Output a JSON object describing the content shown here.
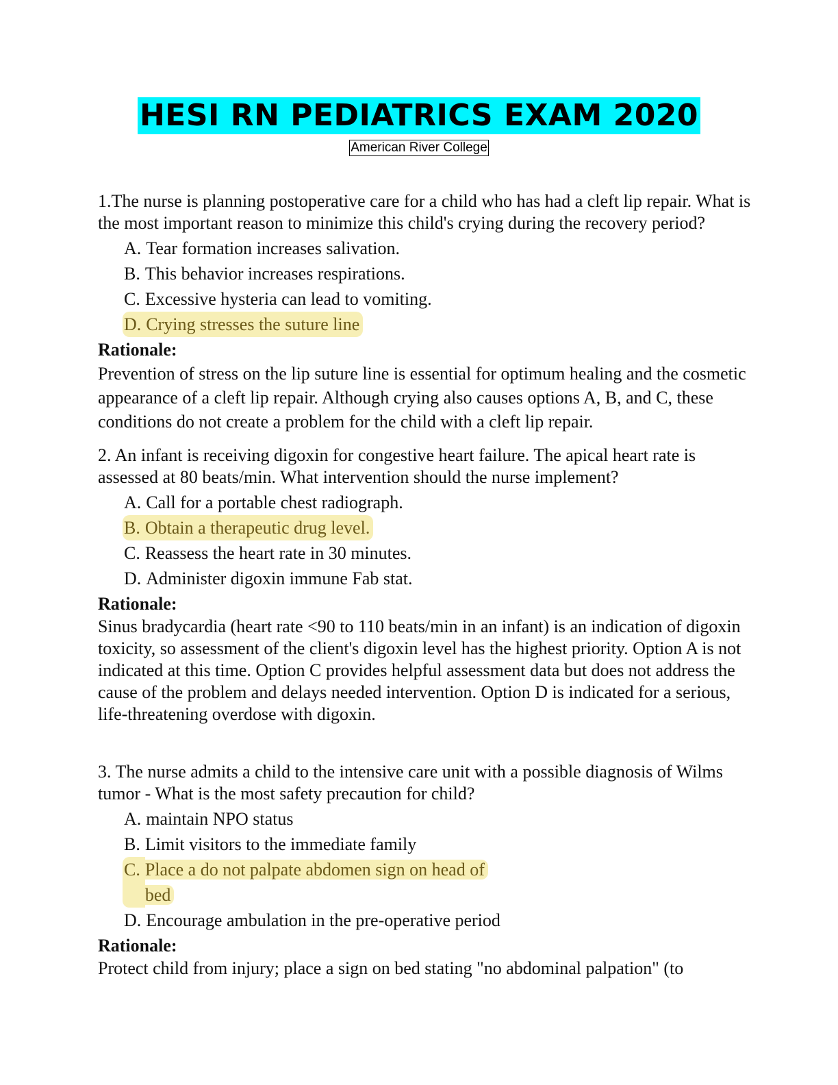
{
  "title": "HESI RN PEDIATRICS EXAM 2020",
  "subtitle": "American River College",
  "rationale_label": "Rationale:",
  "questions": [
    {
      "stem": "1.The nurse is planning postoperative care for a child who has had a cleft lip repair. What is the most important reason to minimize this child's crying during the recovery period?",
      "options": [
        {
          "letter": "A.",
          "text": "Tear formation increases salivation."
        },
        {
          "letter": "B.",
          "text": "This behavior increases respirations."
        },
        {
          "letter": "C.",
          "text": "Excessive hysteria can lead to vomiting."
        },
        {
          "letter": "D.",
          "text": "Crying stresses the suture line"
        }
      ],
      "highlighted_option": "D.",
      "rationale": "Prevention of stress on the lip suture line is essential for optimum healing and the cosmetic appearance of a cleft lip repair. Although crying also causes options A, B, and C, these conditions do not create a problem for the child with a cleft lip repair."
    },
    {
      "stem": "2. An infant is receiving digoxin for congestive heart failure. The apical heart rate is assessed at 80 beats/min. What intervention should the nurse implement?",
      "options": [
        {
          "letter": "A.",
          "text": "Call for a portable chest radiograph."
        },
        {
          "letter": "B.",
          "text": "Obtain a therapeutic drug level."
        },
        {
          "letter": "C.",
          "text": "Reassess the heart rate in 30 minutes."
        },
        {
          "letter": "D.",
          "text": "Administer digoxin immune Fab stat."
        }
      ],
      "highlighted_option": "B.",
      "rationale": "Sinus bradycardia (heart rate <90 to 110 beats/min in an infant) is an indication of digoxin toxicity, so assessment of the client's digoxin level has the highest priority. Option A is not indicated at this time. Option C provides helpful assessment data but does not address the cause of the problem and delays needed intervention. Option D is indicated for a serious, life-threatening overdose with digoxin."
    },
    {
      "stem": "3. The nurse admits a child to the intensive care unit with a possible diagnosis of Wilms tumor - What is the most safety precaution for child?",
      "options": [
        {
          "letter": "A.",
          "text": "maintain NPO status"
        },
        {
          "letter": "B.",
          "text": "Limit visitors to the immediate family"
        },
        {
          "letter": "C.",
          "text": "Place a do not palpate abdomen sign on head of bed"
        },
        {
          "letter": "D.",
          "text": "Encourage ambulation in the pre-operative period"
        }
      ],
      "highlighted_option": "C.",
      "rationale": "Protect child from injury; place a sign on bed stating \"no abdominal palpation\" (to"
    }
  ]
}
